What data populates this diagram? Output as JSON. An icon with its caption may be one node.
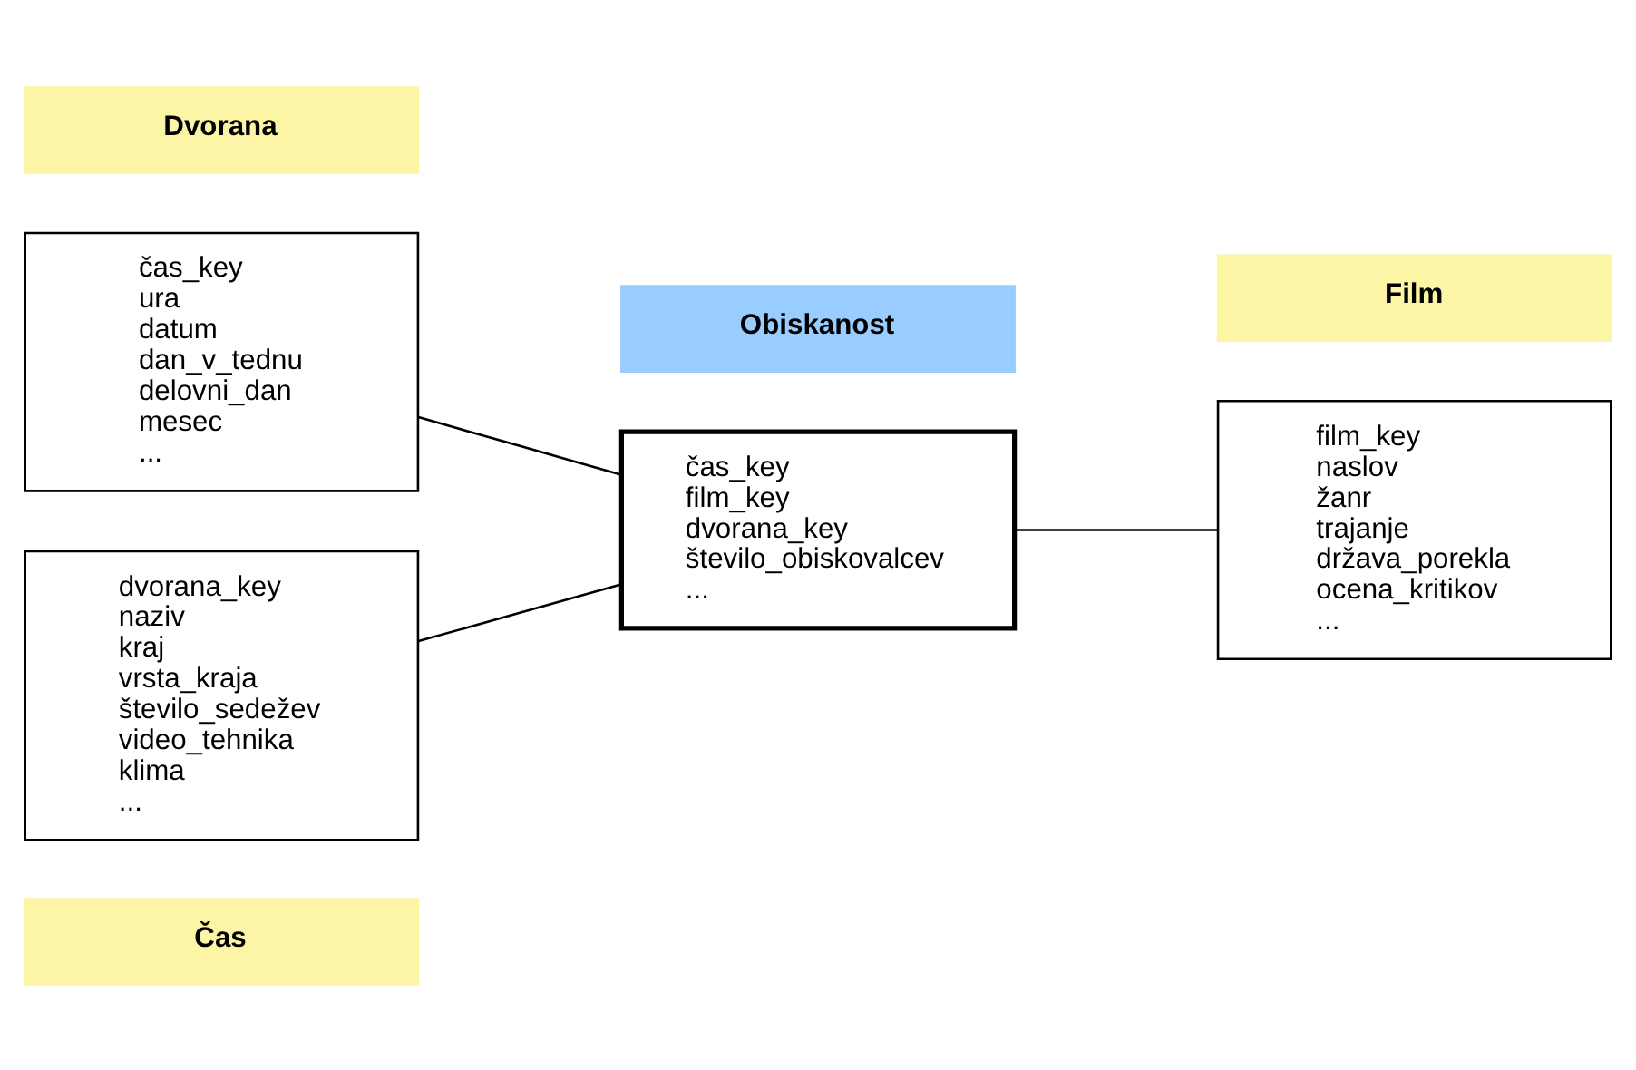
{
  "diagram": {
    "nodes": [
      {
        "text": [
          "Čas"
        ]
      },
      {
        "text": [
          "čas_key",
          "ura",
          "datum",
          "dan_v_tednu",
          "delovni_dan",
          "mesec",
          "..."
        ]
      },
      {
        "text": [
          "Obiskanost"
        ]
      },
      {
        "text": [
          "čas_key",
          "film_key",
          "dvorana_key",
          "število_obiskovalcev",
          "..."
        ]
      },
      {
        "text": [
          "Film"
        ]
      },
      {
        "text": [
          "film_key",
          "naslov",
          "žanr",
          "trajanje",
          "država_porekla",
          "ocena_kritikov",
          "..."
        ]
      },
      {
        "text": [
          "Dvorana"
        ]
      },
      {
        "text": [
          "dvorana_key",
          "naziv",
          "kraj",
          "vrsta_kraja",
          "število_sedežev",
          "video_tehnika",
          "klima",
          "..."
        ]
      }
    ],
    "edges": [
      {
        "from": 1,
        "to": 3,
        "arrow": "none"
      },
      {
        "from": 3,
        "to": 5,
        "arrow": "none"
      },
      {
        "from": 7,
        "to": 3,
        "arrow": "none"
      }
    ]
  }
}
